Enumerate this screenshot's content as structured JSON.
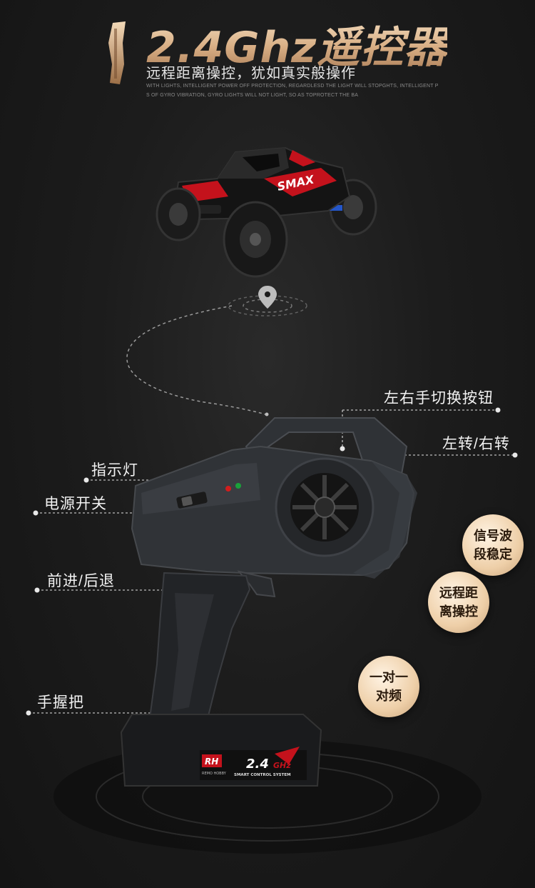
{
  "header": {
    "title": "2.4Ghz遥控器",
    "subtitle": "远程距离操控，犹如真实般操作",
    "fine_line_1": "WITH LIGHTS, INTELLIGENT POWER OFF PROTECTION, REGARDLESD THE LIGHT WILL STOPGHTS, INTELLIGENT P",
    "fine_line_2": "S OF GYRO VIBRATION, GYRO LIGHTS WILL NOT LIGHT, SO AS TOPROTECT THE BA"
  },
  "truck": {
    "body_text": "SMAX"
  },
  "remote": {
    "brand": "RH",
    "brand_sub": "REMO HOBBY",
    "freq": "2.4",
    "freq_unit": "GHz",
    "system": "SMART CONTROL SYSTEM"
  },
  "callouts": {
    "hand_switch": "左右手切换按钮",
    "steer": "左转/右转",
    "indicator": "指示灯",
    "power": "电源开关",
    "throttle": "前进/后退",
    "grip": "手握把"
  },
  "bubbles": [
    {
      "line1": "信号波",
      "line2": "段稳定"
    },
    {
      "line1": "远程距",
      "line2": "离操控"
    },
    {
      "line1": "一对一",
      "line2": "对频"
    }
  ],
  "colors": {
    "accent_gold": "#e3bc92",
    "truck_red": "#c4121c"
  }
}
